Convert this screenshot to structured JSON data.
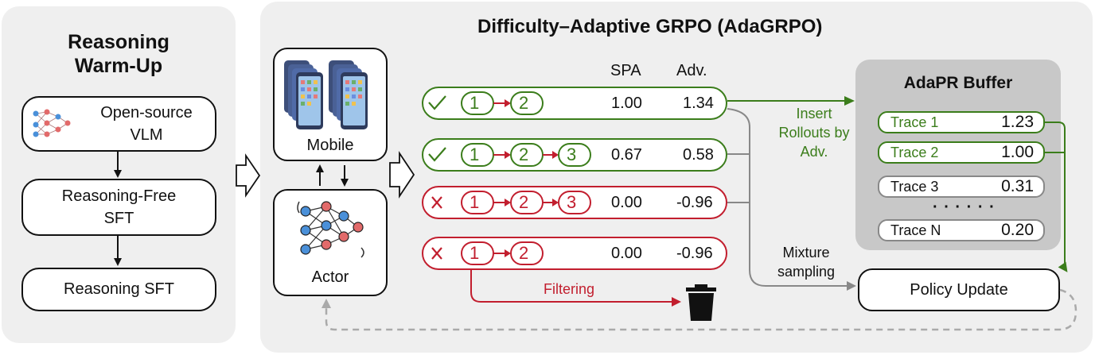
{
  "left_panel": {
    "title": "Reasoning\nWarm-Up",
    "step1": "Open-source\nVLM",
    "step2": "Reasoning-Free\nSFT",
    "step3": "Reasoning SFT"
  },
  "main_panel": {
    "title": "Difficulty–Adaptive GRPO (AdaGRPO)",
    "mobile_label": "Mobile",
    "actor_label": "Actor",
    "col_spa": "SPA",
    "col_adv": "Adv.",
    "rollouts": [
      {
        "status": "check",
        "steps": [
          "1",
          "2"
        ],
        "spa": "1.00",
        "adv": "1.34",
        "color": "green"
      },
      {
        "status": "check",
        "steps": [
          "1",
          "2",
          "3"
        ],
        "spa": "0.67",
        "adv": "0.58",
        "color": "green"
      },
      {
        "status": "cross",
        "steps": [
          "1",
          "2",
          "3"
        ],
        "spa": "0.00",
        "adv": "-0.96",
        "color": "red"
      },
      {
        "status": "cross",
        "steps": [
          "1",
          "2"
        ],
        "spa": "0.00",
        "adv": "-0.96",
        "color": "red"
      }
    ],
    "insert_label": "Insert\nRollouts by\nAdv.",
    "mixture_label": "Mixture\nsampling",
    "filtering_label": "Filtering",
    "buffer": {
      "title": "AdaPR Buffer",
      "traces": [
        {
          "name": "Trace 1",
          "value": "1.23",
          "highlight": true
        },
        {
          "name": "Trace 2",
          "value": "1.00",
          "highlight": true
        },
        {
          "name": "Trace 3",
          "value": "0.31",
          "highlight": false
        },
        {
          "name": "Trace N",
          "value": "0.20",
          "highlight": false
        }
      ],
      "ellipsis": "· · · · · ·"
    },
    "policy_update": "Policy Update"
  },
  "colors": {
    "green": "#3b7d1b",
    "red": "#c21e2e",
    "panel": "#efefef",
    "buffer": "#c8c8c8"
  },
  "icons": [
    "neural-network-icon",
    "phone-stack-icon",
    "trash-icon",
    "check-icon",
    "cross-icon"
  ]
}
